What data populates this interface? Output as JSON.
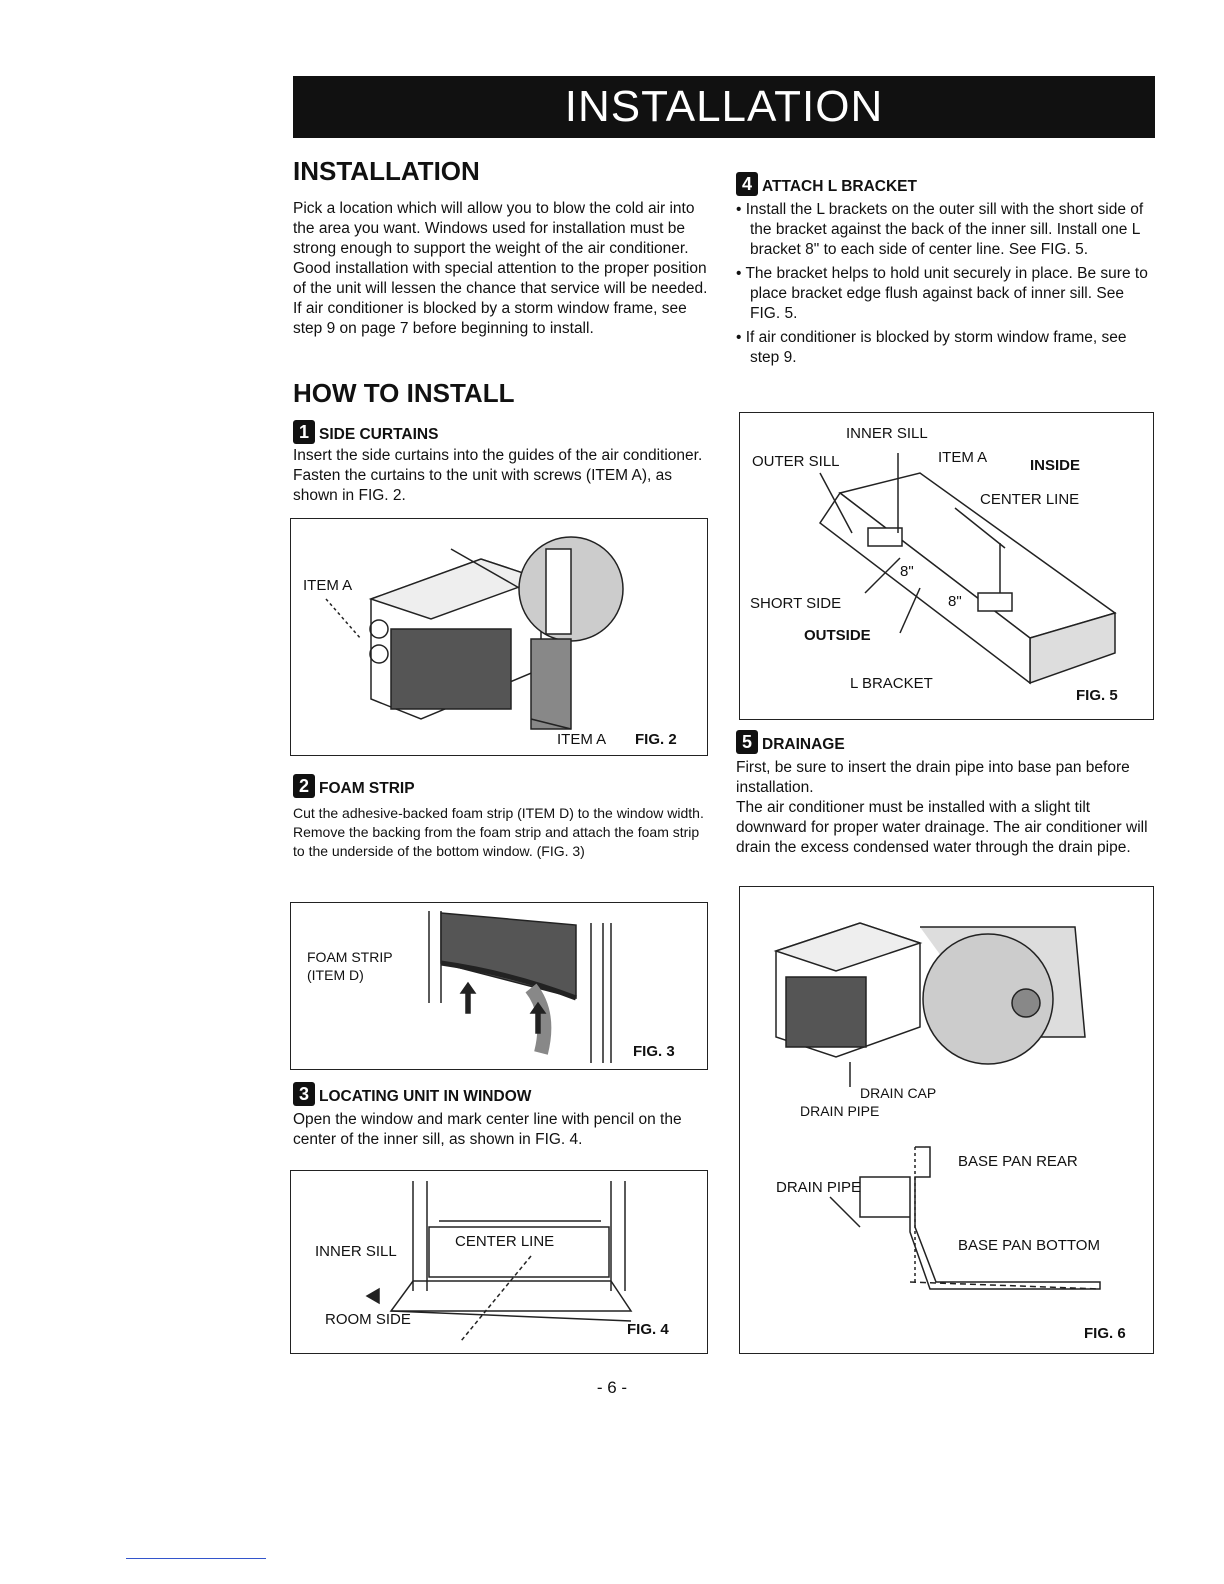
{
  "banner": "INSTALLATION",
  "left": {
    "installation_title": "INSTALLATION",
    "installation_text_1": "Pick a location which will allow you to blow the cold air into the area you want. Windows used for installation must be strong enough to support the weight of the air conditioner. Good installation with special attention to the proper position of the unit will lessen the chance that service will be needed.",
    "installation_text_2": "If air conditioner is blocked by a storm window frame, see step 9 on page 7 before beginning to install.",
    "how_title": "HOW TO INSTALL",
    "step1": {
      "num": "1",
      "title": "SIDE CURTAINS",
      "text": "Insert the side curtains into the guides of the air conditioner. Fasten the curtains to the unit with screws (ITEM A), as shown in FIG. 2."
    },
    "fig2": {
      "label_item_a_1": "ITEM A",
      "label_item_a_2": "ITEM A",
      "fig": "FIG. 2"
    },
    "step2": {
      "num": "2",
      "title": "FOAM STRIP",
      "text_1": "Cut the adhesive-backed foam strip (ITEM D) to the window width.",
      "text_2": "Remove the backing from the foam strip and attach the foam strip to the underside of the bottom window. (FIG. 3)"
    },
    "fig3": {
      "foam_strip": "FOAM STRIP",
      "item_d": "(ITEM D)",
      "fig": "FIG. 3"
    },
    "step3": {
      "num": "3",
      "title": "LOCATING UNIT IN WINDOW",
      "text": "Open the window and mark center line with pencil on the center of the inner sill, as shown in FIG. 4."
    },
    "fig4": {
      "inner_sill": "INNER SILL",
      "center_line": "CENTER LINE",
      "room_side": "ROOM SIDE",
      "fig": "FIG. 4"
    }
  },
  "right": {
    "step4": {
      "num": "4",
      "title": "ATTACH L BRACKET",
      "bullet_1": "• Install the L brackets on the outer sill with the short side of the bracket against the back of the inner sill. Install one L bracket 8\" to each side of center line. See FIG. 5.",
      "bullet_2": "• The bracket helps to hold unit securely in place. Be sure to place bracket edge flush against back of inner sill. See FIG. 5.",
      "bullet_3": "• If air conditioner is blocked by storm window frame, see step 9."
    },
    "fig5": {
      "inner_sill": "INNER SILL",
      "outer_sill": "OUTER SILL",
      "item_a": "ITEM A",
      "inside": "INSIDE",
      "center_line": "CENTER LINE",
      "eight_1": "8\"",
      "eight_2": "8\"",
      "short_side": "SHORT SIDE",
      "outside": "OUTSIDE",
      "l_bracket": "L BRACKET",
      "fig": "FIG. 5"
    },
    "step5": {
      "num": "5",
      "title": "DRAINAGE",
      "text_1": "First, be sure to insert the drain pipe into base pan before installation.",
      "text_2": "The air conditioner must be installed with a slight tilt downward for proper water drainage. The air conditioner will drain the excess condensed water through the drain pipe."
    },
    "fig6": {
      "drain_cap": "DRAIN CAP",
      "drain_pipe_1": "DRAIN PIPE",
      "base_pan_rear": "BASE PAN REAR",
      "drain_pipe_2": "DRAIN PIPE",
      "base_pan_bottom": "BASE PAN BOTTOM",
      "fig": "FIG. 6"
    }
  },
  "page_number": "- 6 -"
}
